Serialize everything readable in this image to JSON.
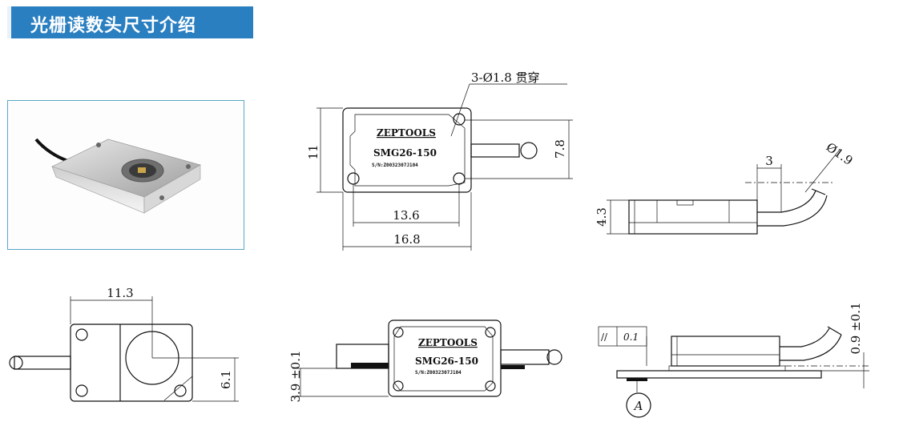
{
  "header": {
    "title": "光栅读数头尺寸介绍",
    "bar_color": "#2a7fc1"
  },
  "product": {
    "brand": "ZEPTOOLS",
    "model": "SMG26-150",
    "serial": "S/N:Z0032307J104"
  },
  "dims": {
    "holes": "3-Ø1.8 贯穿",
    "height_11": "11",
    "d_7_8": "7.8",
    "d_13_6": "13.6",
    "d_16_8": "16.8",
    "d_3": "3",
    "d_phi_1_9": "Ø1.9",
    "d_4_3": "4.3",
    "d_11_3": "11.3",
    "d_6_1": "6.1",
    "d_3_9": "3.9 ±0.1",
    "d_0_9": "0.9 ±0.1",
    "parallel_symbol": "//",
    "tol_0_1": "0.1",
    "datum": "A"
  }
}
